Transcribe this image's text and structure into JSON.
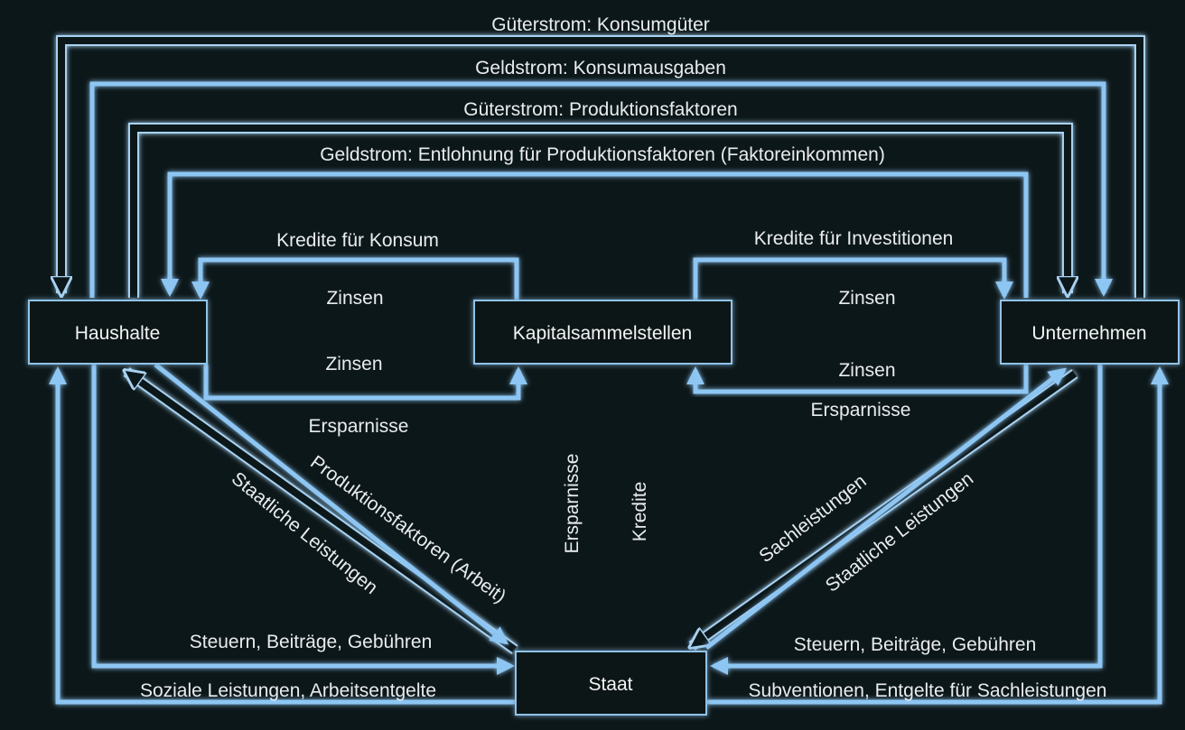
{
  "nodes": {
    "haushalte": "Haushalte",
    "kapital": "Kapitalsammelstellen",
    "unternehmen": "Unternehmen",
    "staat": "Staat"
  },
  "flows": {
    "gueter_konsum": "Güterstrom: Konsumgüter",
    "geld_konsum": "Geldstrom: Konsumausgaben",
    "gueter_produktion": "Güterstrom: Produktionsfaktoren",
    "geld_entlohnung": "Geldstrom: Entlohnung für Produktionsfaktoren (Faktoreinkommen)",
    "kredite_konsum": "Kredite für Konsum",
    "kredite_invest": "Kredite für Investitionen",
    "zinsen_hh_to_ks": "Zinsen",
    "zinsen_ks_to_hh": "Zinsen",
    "zinsen_u_to_ks": "Zinsen",
    "zinsen_ks_to_u": "Zinsen",
    "ersparnisse_hh": "Ersparnisse",
    "ersparnisse_u": "Ersparnisse",
    "ersparnisse_staat": "Ersparnisse",
    "kredite_staat": "Kredite",
    "produktionsfaktoren_arbeit": "Produktionsfaktoren (Arbeit)",
    "staatliche_leistungen_hh": "Staatliche Leistungen",
    "sachleistungen": "Sachleistungen",
    "staatliche_leistungen_u": "Staatliche Leistungen",
    "steuern_hh": "Steuern, Beiträge, Gebühren",
    "steuern_u": "Steuern, Beiträge, Gebühren",
    "soziale_leistungen": "Soziale Leistungen, Arbeitsentgelte",
    "subventionen": "Subventionen, Entgelte für Sachleistungen"
  },
  "colors": {
    "background": "#0c1719",
    "flow": "#8ec6f3",
    "text": "#e9ecee"
  }
}
